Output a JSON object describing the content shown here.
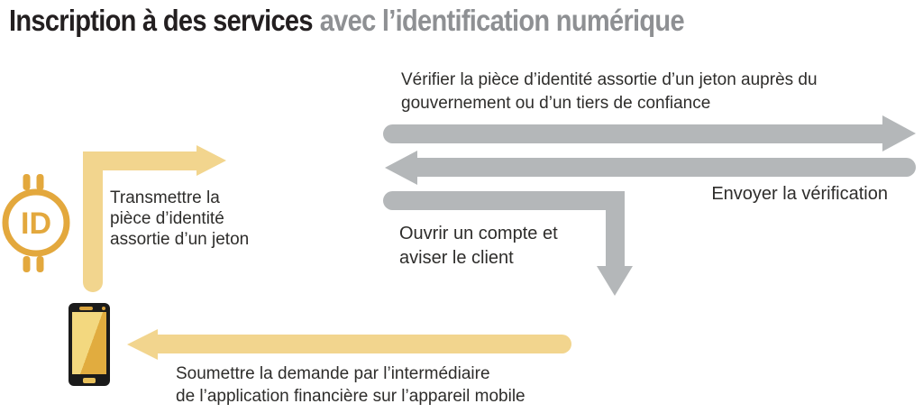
{
  "title": {
    "part1": "Inscription à des services",
    "part2": "avec l’identification numérique"
  },
  "diagram": {
    "verify_label": "Vérifier la pièce d’identité assortie d’un jeton auprès du\ngouvernement ou d’un tiers de confiance",
    "send_label": "Envoyer la vérification",
    "open_label": "Ouvrir un compte et\naviser le client",
    "transmit_label": "Transmettre la\npièce d’identité\nassortie d’un jeton",
    "submit_label": "Soumettre la demande par l’intermédiaire\nde l’application financière sur l’appareil mobile",
    "id_icon_label": "ID"
  },
  "icons": {
    "digital_id": "digital-id-token-icon",
    "phone": "mobile-phone-icon"
  },
  "colors": {
    "title_black": "#231f20",
    "title_gray": "#8e9093",
    "gray_arrow": "#b4b7b9",
    "gold_arrow": "#f2d58e",
    "gold_icon": "#e3a83d",
    "body_text": "#2e2d2b"
  }
}
